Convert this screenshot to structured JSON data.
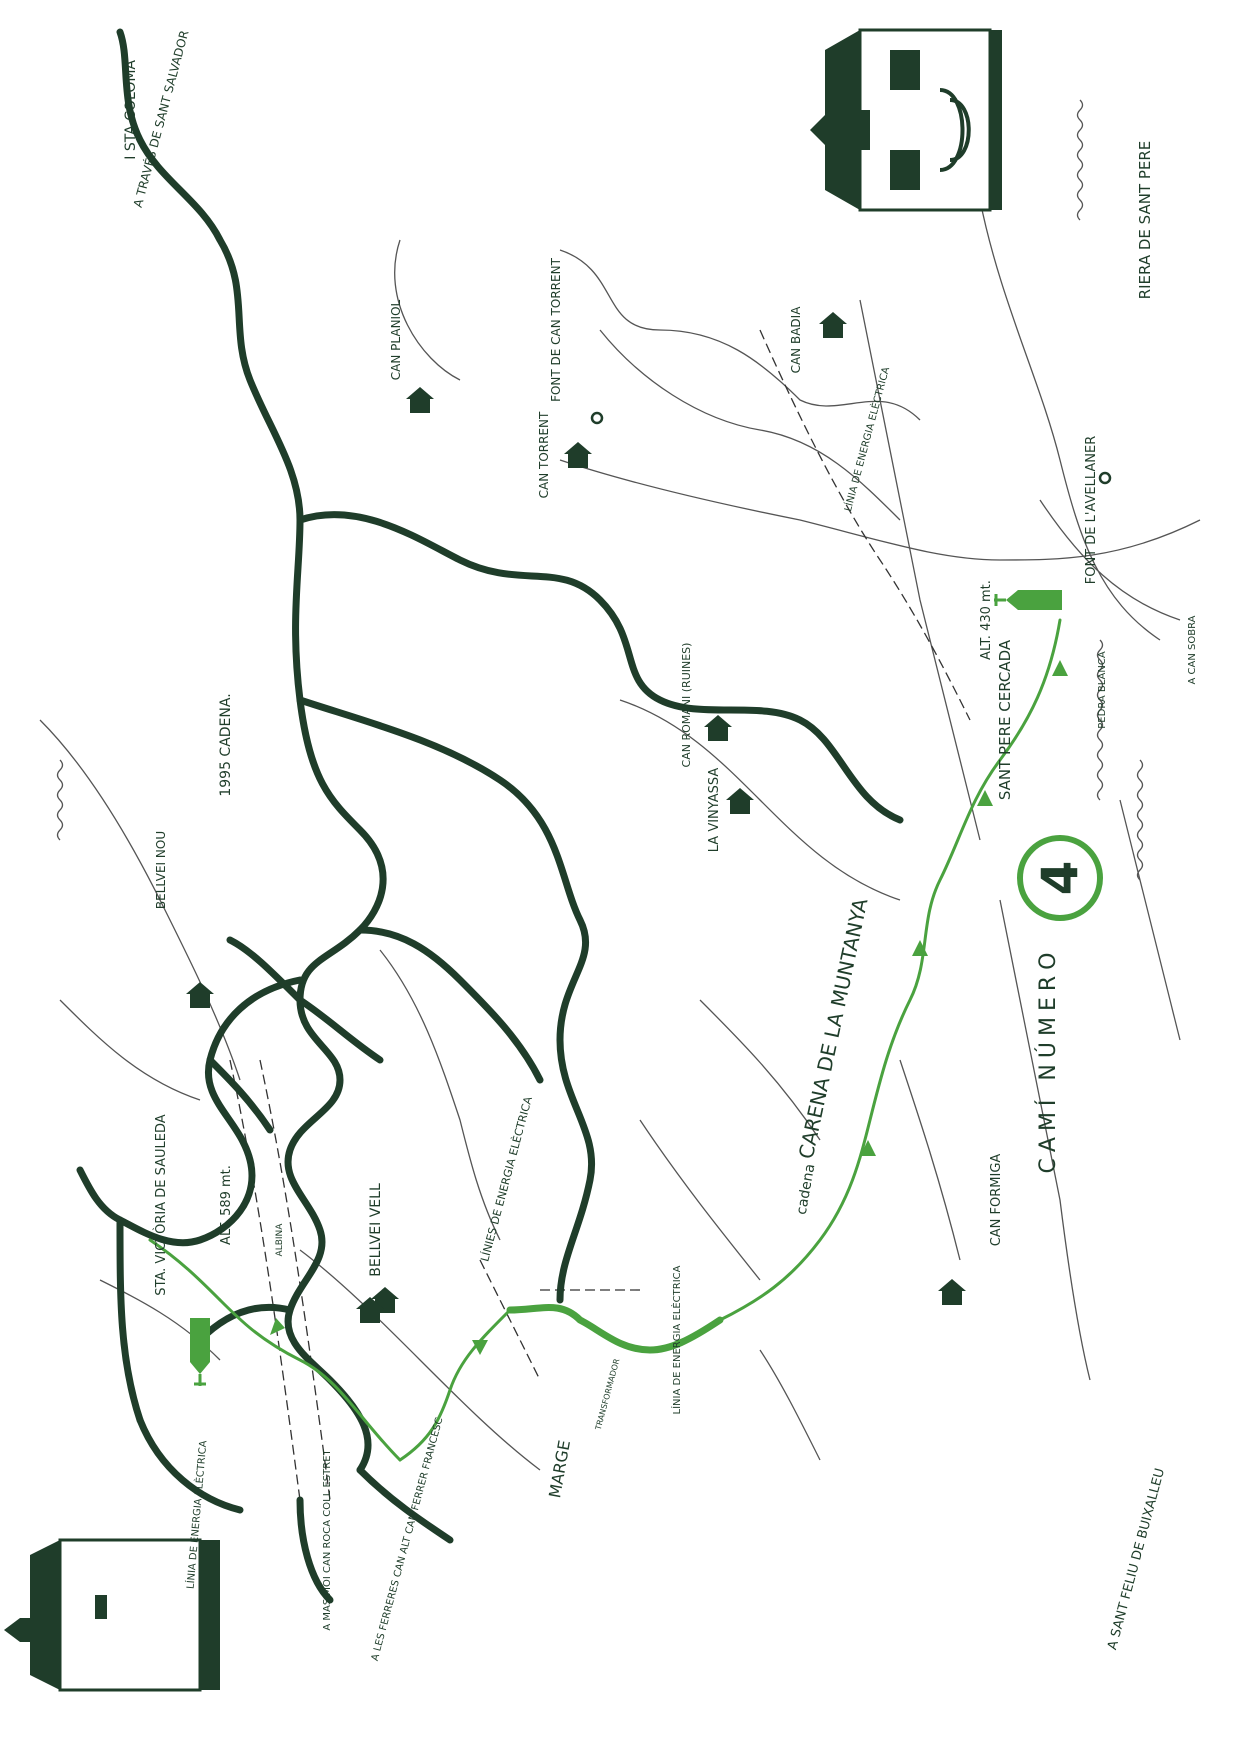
{
  "colors": {
    "dark_route": "#1f3d2a",
    "green_route": "#4aa23f",
    "thin_line": "#444444",
    "background": "#ffffff"
  },
  "title": {
    "prefix": "CAMÍ NÚMERO",
    "number": "4"
  },
  "places": {
    "sta_colona": "I STA COLOMA",
    "a_sant_salvador": "A TRAVÉS DE SANT SALVADOR",
    "can_planiol": "CAN PLANIOL",
    "font_can_torrent": "FONT DE CAN TORRENT",
    "can_torrent": "CAN TORRENT",
    "can_badia": "CAN BADIA",
    "riera_sant_pere": "RIERA DE SANT PERE",
    "font_avellaner": "FONT DE L'AVELLANER",
    "alt_430": "ALT. 430 mt.",
    "sant_pere_cercada": "SANT PERE CERCADA",
    "pedra_blanca": "PEDRA BLANCA",
    "a_can_sobra": "A CAN SOBRA",
    "can_romani": "CAN ROMANI (RUINES)",
    "la_vinyassa": "LA VINYASSA",
    "cadena_1995": "1995 CADENA.",
    "bellvei_nou": "BELLVEI NOU",
    "carena": "CARENA DE LA MUNTANYA",
    "can_formiga": "CAN FORMIGA",
    "cadena": "cadena",
    "sant_feliu": "A SANT FELIU DE BUIXALLEU",
    "sta_victoria": "STA. VICTÒRIA DE SAULEDA",
    "alt_589": "ALT. 589 mt.",
    "bellvei_vell": "BELLVEI VELL",
    "albina": "ALBINA",
    "linies_energia": "LÍNIES DE ENERGIA ELÈCTRICA",
    "linia_energia_1": "LÍNIA DE ENERGIA ELÈCTRICA",
    "linia_energia_2": "LÍNIA DE ENERGIA ELÈCTRICA",
    "linia_energia_3": "LÍNIA DE ENERGIA ELÈCTRICA",
    "transformador": "TRANSFORMADOR",
    "marge": "MARGE",
    "mas_moi": "A MAS MOI CAN ROCA COLL ESTRET",
    "a_les_ferreres": "A LES FERRERES CAN ALT CAN FERRER FRANCESC"
  }
}
